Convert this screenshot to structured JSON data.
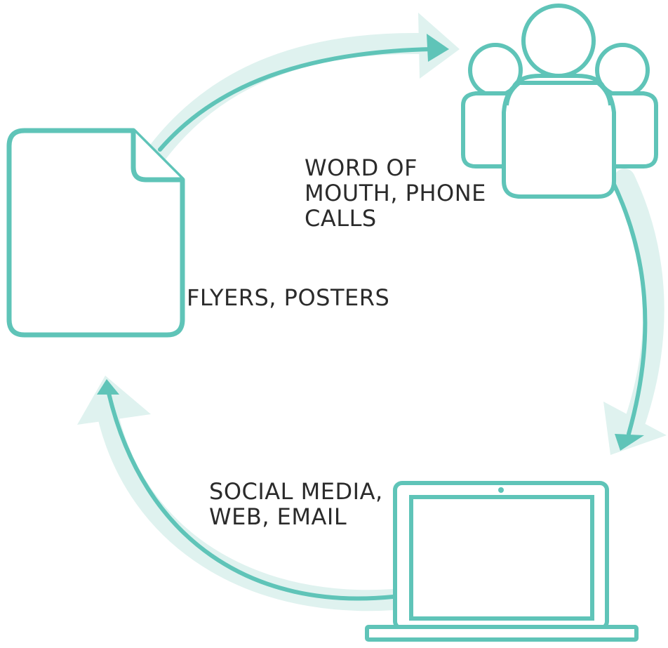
{
  "colors": {
    "teal": "#5fc4b8",
    "teal_light": "#dff2ef",
    "text": "#2b2b2b",
    "background": "#ffffff"
  },
  "labels": {
    "word_of_mouth": {
      "line1": "WORD OF",
      "line2": "MOUTH, PHONE",
      "line3": "CALLS"
    },
    "flyers": {
      "line1": "FLYERS, POSTERS"
    },
    "social": {
      "line1": "SOCIAL MEDIA,",
      "line2": "WEB, EMAIL"
    }
  },
  "icons": [
    "document-icon",
    "people-icon",
    "laptop-icon"
  ],
  "cycle_arrows": [
    "arrow-document-to-people",
    "arrow-people-to-laptop",
    "arrow-laptop-to-document"
  ]
}
